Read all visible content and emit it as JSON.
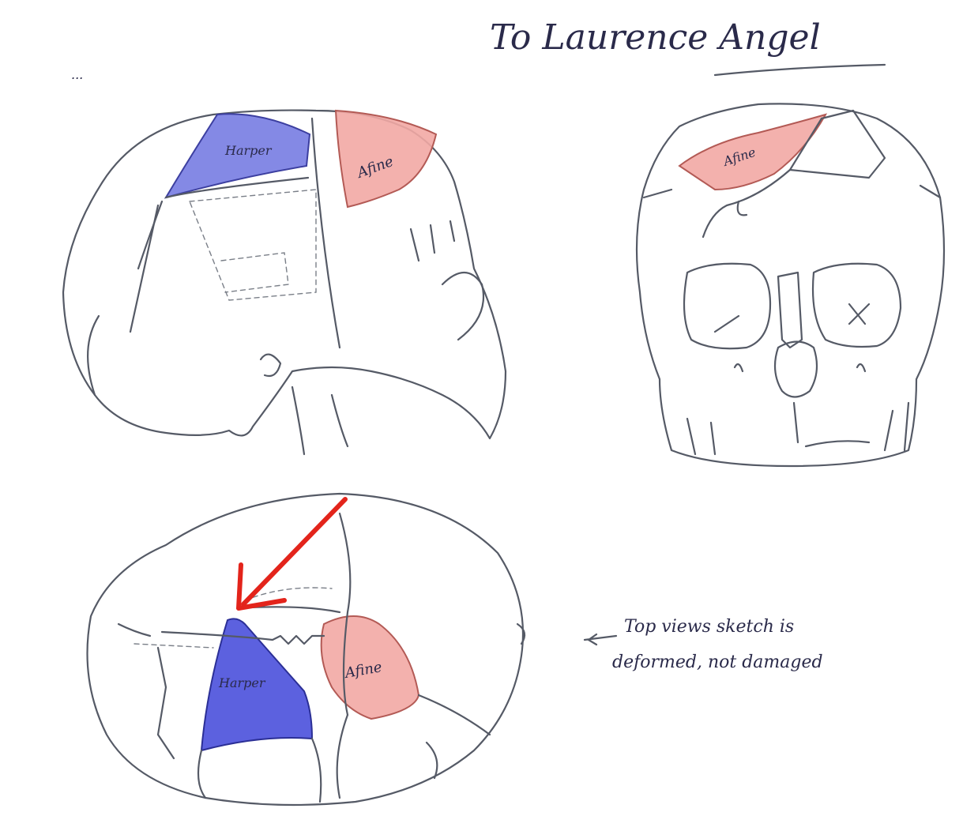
{
  "dedication": "To Laurence Angel",
  "caption_top_left": "...",
  "labels": {
    "blue_patch_side": "Harper",
    "red_patch_side": "Afine",
    "red_patch_front": "Afine",
    "blue_patch_top": "Harper",
    "red_patch_top": "Afine"
  },
  "note": {
    "line1": "Top views sketch is",
    "line2": "deformed, not damaged"
  },
  "colors": {
    "blue_patch": "#6f74e0",
    "red_patch": "#f2a9a4",
    "arrow": "#e3241b",
    "ink": "#555a66"
  }
}
